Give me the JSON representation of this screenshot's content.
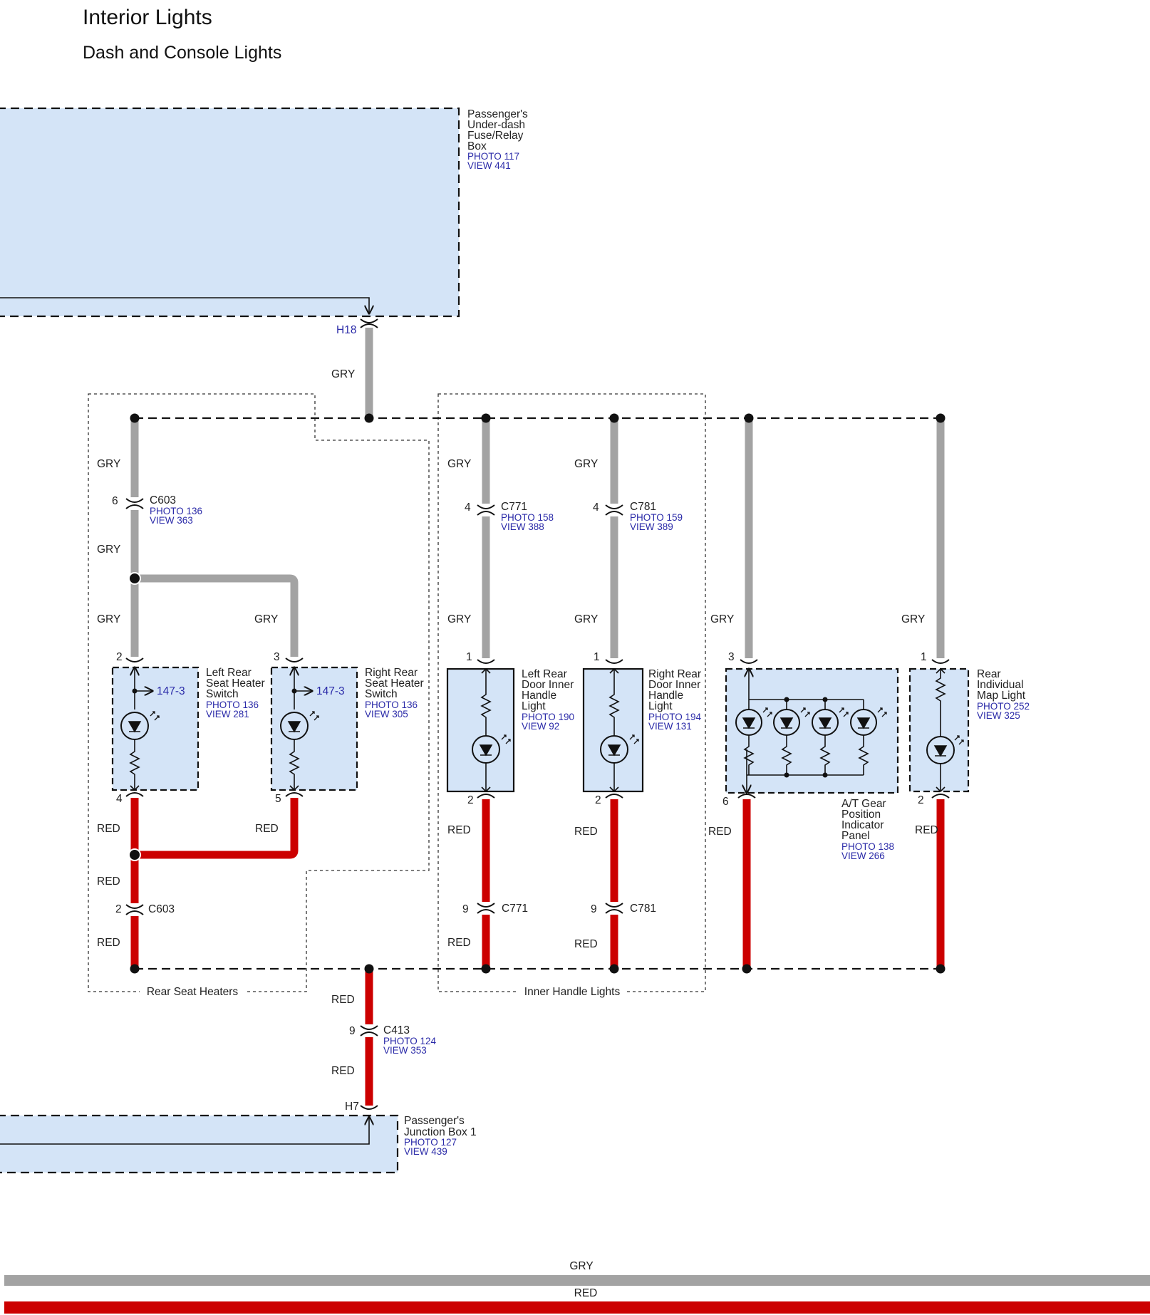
{
  "title": "Interior Lights",
  "subtitle": "Dash and Console Lights",
  "colors": {
    "gry": "#a3a3a3",
    "red": "#cc0000",
    "box_fill": "#d4e4f7",
    "ref_text": "#2a2aa8"
  },
  "fuse_box": {
    "lines": [
      "Passenger's",
      "Under-dash",
      "Fuse/Relay",
      "Box"
    ],
    "photo": "PHOTO 117",
    "view": "VIEW 441",
    "pin": "H18"
  },
  "junction_box": {
    "lines": [
      "Passenger's",
      "Junction Box 1"
    ],
    "photo": "PHOTO 127",
    "view": "VIEW 439",
    "pin": "H7"
  },
  "groups": {
    "rear_seat": "Rear Seat Heaters",
    "inner_handle": "Inner Handle Lights"
  },
  "wire": {
    "gry": "GRY",
    "red": "RED"
  },
  "connectors": {
    "c603_top": {
      "pin": "6",
      "name": "C603",
      "photo": "PHOTO 136",
      "view": "VIEW 363"
    },
    "c603_bot": {
      "pin": "2",
      "name": "C603"
    },
    "c771_top": {
      "pin": "4",
      "name": "C771",
      "photo": "PHOTO 158",
      "view": "VIEW 388"
    },
    "c771_bot": {
      "pin": "9",
      "name": "C771"
    },
    "c781_top": {
      "pin": "4",
      "name": "C781",
      "photo": "PHOTO 159",
      "view": "VIEW 389"
    },
    "c781_bot": {
      "pin": "9",
      "name": "C781"
    },
    "c413": {
      "pin": "9",
      "name": "C413",
      "photo": "PHOTO 124",
      "view": "VIEW 353"
    }
  },
  "components": {
    "lrsh": {
      "lines": [
        "Left Rear",
        "Seat Heater",
        "Switch"
      ],
      "photo": "PHOTO 136",
      "view": "VIEW 281",
      "pin_top": "2",
      "pin_bot": "4",
      "ref": "147-3"
    },
    "rrsh": {
      "lines": [
        "Right Rear",
        "Seat Heater",
        "Switch"
      ],
      "photo": "PHOTO 136",
      "view": "VIEW 305",
      "pin_top": "3",
      "pin_bot": "5",
      "ref": "147-3"
    },
    "lrdh": {
      "lines": [
        "Left Rear",
        "Door Inner",
        "Handle",
        "Light"
      ],
      "photo": "PHOTO 190",
      "view": "VIEW 92",
      "pin_top": "1",
      "pin_bot": "2"
    },
    "rrdh": {
      "lines": [
        "Right Rear",
        "Door Inner",
        "Handle",
        "Light"
      ],
      "photo": "PHOTO 194",
      "view": "VIEW 131",
      "pin_top": "1",
      "pin_bot": "2"
    },
    "atgp": {
      "lines": [
        "A/T Gear",
        "Position",
        "Indicator",
        "Panel"
      ],
      "photo": "PHOTO 138",
      "view": "VIEW 266",
      "pin_top": "3",
      "pin_bot": "6"
    },
    "rml": {
      "lines": [
        "Rear",
        "Individual",
        "Map Light"
      ],
      "photo": "PHOTO 252",
      "view": "VIEW 325",
      "pin_top": "1",
      "pin_bot": "2"
    }
  },
  "legend": {
    "gry": "GRY",
    "red": "RED"
  }
}
